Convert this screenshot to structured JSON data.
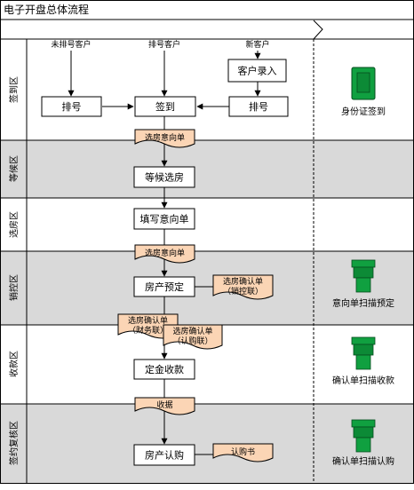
{
  "title": "电子开盘总体流程",
  "lanes": [
    {
      "id": "signin",
      "label": "签到区"
    },
    {
      "id": "waiting",
      "label": "等候区"
    },
    {
      "id": "selection",
      "label": "选房区"
    },
    {
      "id": "sales_control",
      "label": "销控区"
    },
    {
      "id": "cashier",
      "label": "收款区"
    },
    {
      "id": "contract_review",
      "label": "签约复核区"
    }
  ],
  "customers": {
    "unnumbered": "未排号客户",
    "numbered": "排号客户",
    "new": "新客户"
  },
  "process": {
    "customer_entry": "客户录入",
    "queue_number_left": "排号",
    "sign_in": "签到",
    "queue_number_right": "排号",
    "wait_selection": "等候选房",
    "fill_intent": "填写意向单",
    "reserve_unit": "房产预定",
    "deposit_payment": "定金收款",
    "confirm_purchase": "房产认购"
  },
  "documents": {
    "intent_form_1": "选房意向单",
    "intent_form_2": "选房意向单",
    "confirm_sales_control": [
      "选房确认单",
      "（销控联）"
    ],
    "confirm_finance": [
      "选房确认单",
      "（财务联）"
    ],
    "confirm_purchase": [
      "选房确认单",
      "（认购联）"
    ],
    "receipt": "收据",
    "subscription_letter": "认购书"
  },
  "devices": {
    "id_checkin": "身份证签到",
    "intent_scan": "意向单扫描预定",
    "confirm_scan_payment": "确认单扫描收款",
    "confirm_scan_purchase": "确认单扫描认购"
  },
  "colors": {
    "lane_shaded": "#d9d9d9",
    "document_fill": "#fbd5b5",
    "device_green": "#10a040",
    "line": "#000000"
  }
}
